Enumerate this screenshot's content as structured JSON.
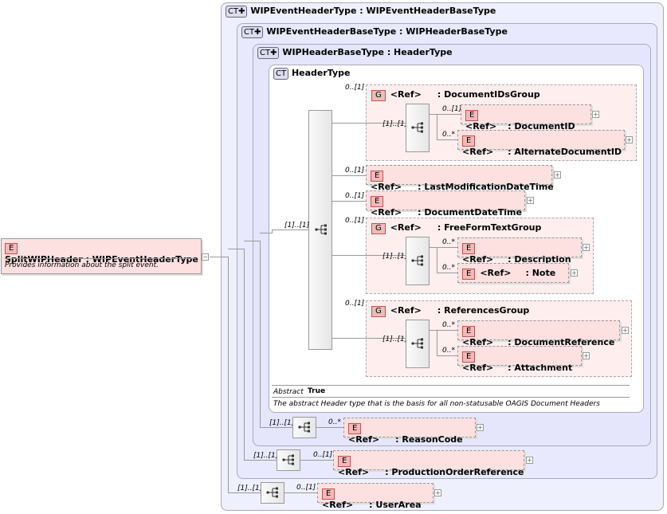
{
  "root": {
    "tag": "E",
    "label": "SplitWIPHeader : WIPEventHeaderType",
    "doc": "Provides information about the split event.",
    "collapse": "−"
  },
  "types": {
    "t1": {
      "badge": "CT✚",
      "label": "WIPEventHeaderType : WIPEventHeaderBaseType"
    },
    "t2": {
      "badge": "CT✚",
      "label": "WIPEventHeaderBaseType : WIPHeaderBaseType"
    },
    "t3": {
      "badge": "CT✚",
      "label": "WIPHeaderBaseType : HeaderType"
    },
    "t4": {
      "badge": "CT",
      "label": "HeaderType"
    }
  },
  "header": {
    "abstract_label": "Abstract",
    "abstract_value": "True",
    "doc": "The abstract Header type that is the basis for all non-statusable OAGIS Document Headers"
  },
  "ref": "<Ref>",
  "etag": "E",
  "gtag": "G",
  "plus": "+",
  "groups": {
    "docids": {
      "card": "0..[1]",
      "label": ": DocumentIDsGroup",
      "seq_card": "[1]..[1]"
    },
    "freeform": {
      "card": "0..[1]",
      "label": ": FreeFormTextGroup",
      "seq_card": "[1]..[1]"
    },
    "refs": {
      "card": "0..[1]",
      "label": ": ReferencesGroup",
      "seq_card": "[1]..[1]"
    }
  },
  "elements": {
    "documentid": {
      "card": "0..[1]",
      "label": ": DocumentID"
    },
    "altdocid": {
      "card": "0..*",
      "label": ": AlternateDocumentID"
    },
    "lastmod": {
      "card": "0..[1]",
      "label": ": LastModificationDateTime"
    },
    "docdate": {
      "card": "0..[1]",
      "label": ": DocumentDateTime"
    },
    "description": {
      "card": "0..*",
      "label": ": Description"
    },
    "note": {
      "card": "0..*",
      "label": ": Note"
    },
    "docref": {
      "card": "0..*",
      "label": ": DocumentReference"
    },
    "attachment": {
      "card": "0..*",
      "label": ": Attachment"
    },
    "reasoncode": {
      "card": "0..*",
      "label": ": ReasonCode"
    },
    "prodorder": {
      "card": "0..[1]",
      "label": ": ProductionOrderReference"
    },
    "userarea": {
      "card": "0..[1]",
      "label": ": UserArea"
    }
  },
  "sequences": {
    "main": {
      "card": "[1]..[1]"
    },
    "reason": {
      "card": "[1]..[1]"
    },
    "prod": {
      "card": "[1]..[1]"
    },
    "user": {
      "card": "[1]..[1]"
    }
  }
}
